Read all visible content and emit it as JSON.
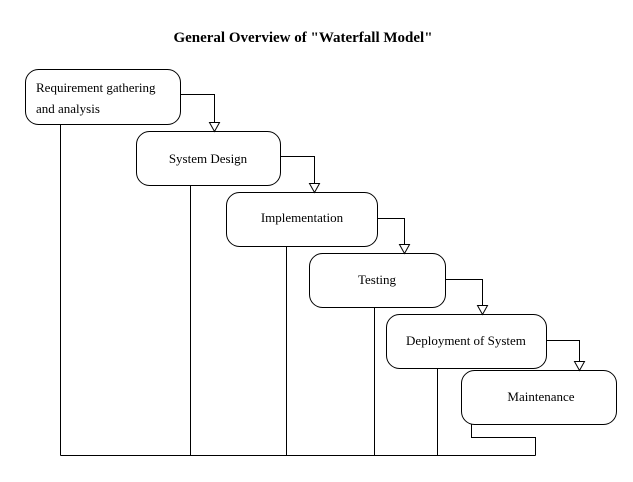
{
  "diagram": {
    "title": "General Overview of \"Waterfall Model\"",
    "type": "waterfall-process-flow",
    "background_color": "#ffffff",
    "stroke_color": "#000000",
    "box_fill_color": "#ffffff",
    "arrowhead_style": "hollow-triangle",
    "phases": [
      {
        "id": "requirement-gathering-and-analysis",
        "label_line1": "Requirement gathering",
        "label_line2": "and analysis",
        "label": "Requirement gathering and analysis",
        "order": 1,
        "text_align": "left"
      },
      {
        "id": "system-design",
        "label": "System Design",
        "order": 2,
        "text_align": "center"
      },
      {
        "id": "implementation",
        "label": "Implementation",
        "order": 3,
        "text_align": "center"
      },
      {
        "id": "testing",
        "label": "Testing",
        "order": 4,
        "text_align": "center"
      },
      {
        "id": "deployment-of-system",
        "label": "Deployment of System",
        "order": 5,
        "text_align": "center"
      },
      {
        "id": "maintenance",
        "label": "Maintenance",
        "order": 6,
        "text_align": "center"
      }
    ],
    "flow_sequence": [
      "requirement-gathering-and-analysis",
      "system-design",
      "implementation",
      "testing",
      "deployment-of-system",
      "maintenance"
    ]
  }
}
